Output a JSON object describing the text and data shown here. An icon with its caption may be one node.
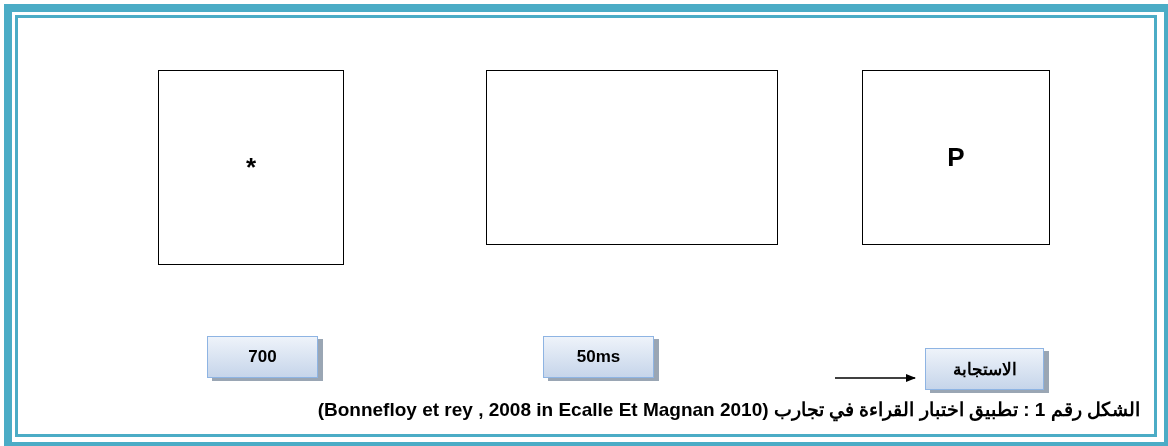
{
  "diagram": {
    "caption": "الشكل رقم 1 : تطبيق اختبار القراءة في تجارب (Bonnefloy et rey , 2008 in Ecalle Et Magnan 2010)",
    "nodes": [
      {
        "text": [
          "*"
        ]
      },
      {
        "text": [],
        "shape": "box"
      },
      {
        "text": [
          "P"
        ]
      },
      {
        "text": [
          "700"
        ]
      },
      {
        "text": [
          "50ms"
        ]
      },
      {
        "text": [
          "الاستجابة"
        ]
      }
    ],
    "edges": [
      {
        "from": null,
        "to": 5,
        "arrow": "to"
      }
    ]
  }
}
